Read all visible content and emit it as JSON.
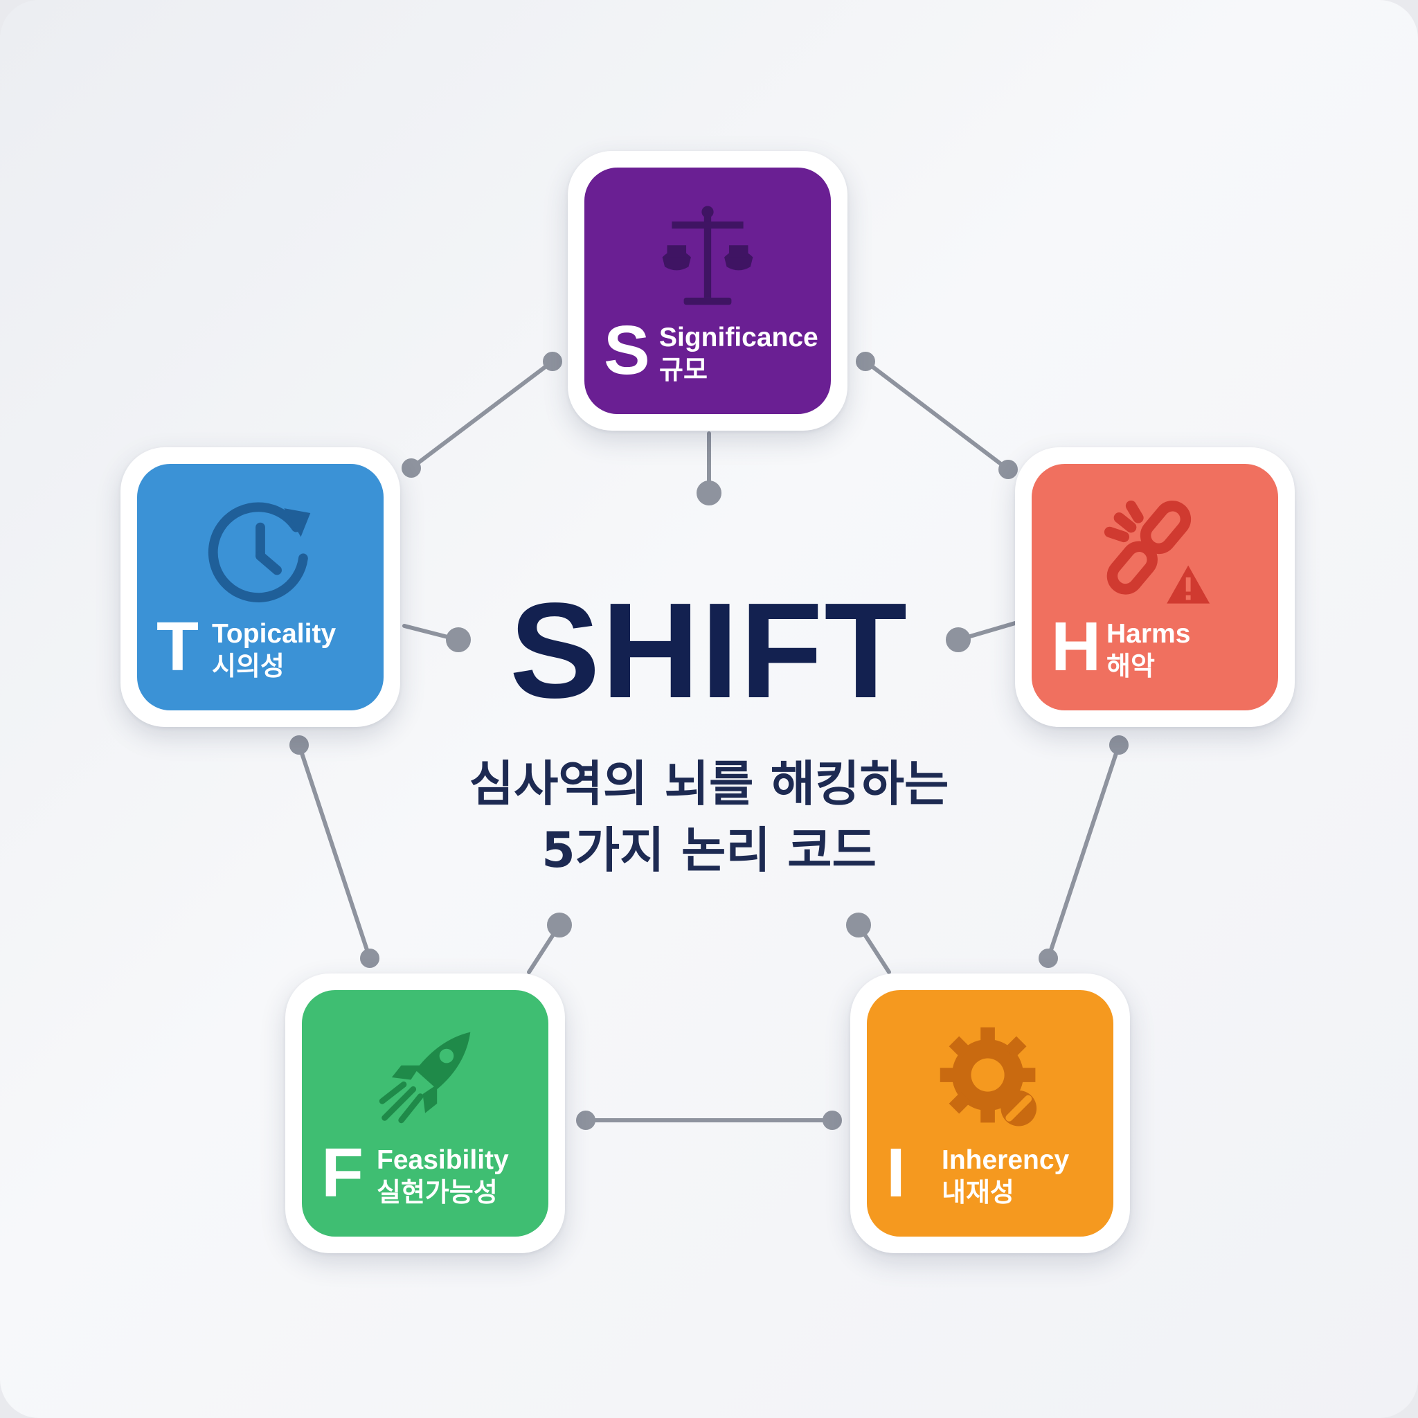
{
  "title": "SHIFT",
  "subtitle": [
    "심사역의 뇌를 해킹하는",
    "5가지 논리 코드"
  ],
  "nodes": [
    {
      "letter": "S",
      "name": "Significance",
      "korean": "규모",
      "color": "#6a1f93",
      "icon": "scales-icon"
    },
    {
      "letter": "H",
      "name": "Harms",
      "korean": "해악",
      "color": "#f0705f",
      "icon": "broken-chain-warning-icon"
    },
    {
      "letter": "I",
      "name": "Inherency",
      "korean": "내재성",
      "color": "#f5991f",
      "icon": "gear-wrench-icon"
    },
    {
      "letter": "F",
      "name": "Feasibility",
      "korean": "실현가능성",
      "color": "#3fbe72",
      "icon": "rocket-icon"
    },
    {
      "letter": "T",
      "name": "Topicality",
      "korean": "시의성",
      "color": "#3b92d6",
      "icon": "clock-refresh-icon"
    }
  ],
  "connector_color": "#8e939e"
}
